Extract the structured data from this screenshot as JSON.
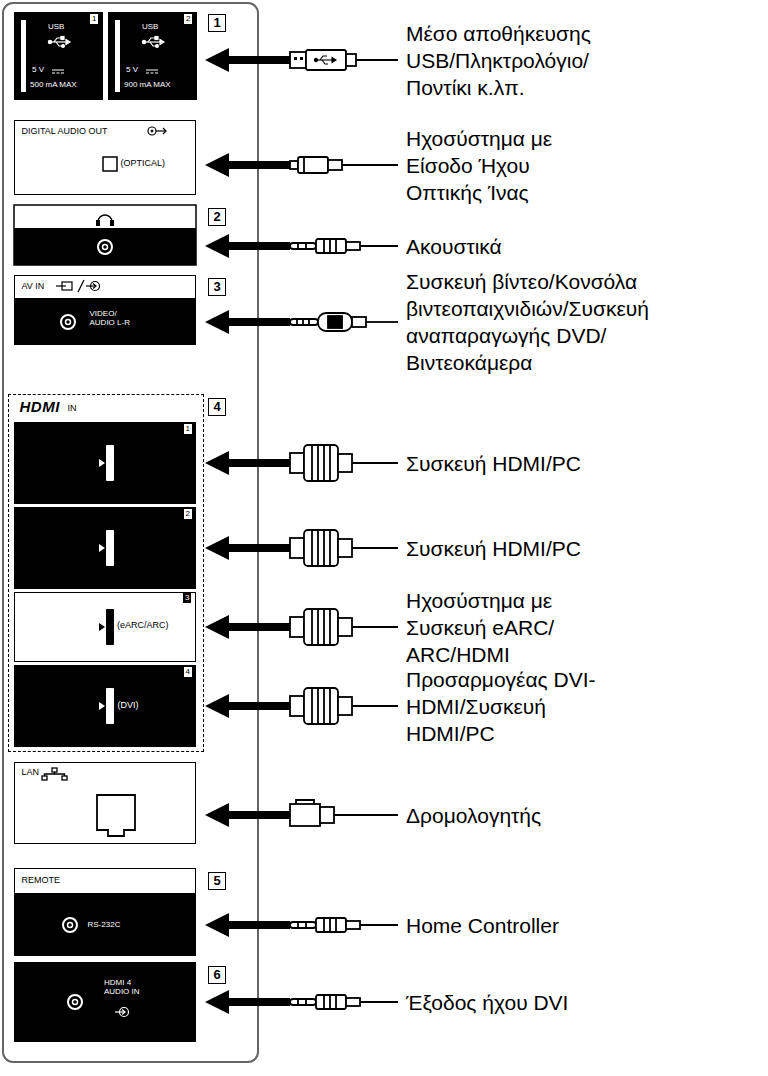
{
  "diagram": {
    "nodes": [
      {
        "text": [
          "USB",
          "1",
          "5 V",
          "500 mA MAX"
        ]
      },
      {
        "text": [
          "USB",
          "2",
          "5 V",
          "900 mA MAX"
        ]
      },
      {
        "text": [
          "DIGITAL AUDIO OUT",
          "(OPTICAL)"
        ]
      },
      {
        "text": [
          "AV IN",
          "VIDEO/ AUDIO L-R"
        ]
      },
      {
        "text": [
          "HDMI",
          "IN"
        ]
      },
      {
        "text": [
          "1"
        ],
        "in": 4
      },
      {
        "text": [
          "2"
        ],
        "in": 4
      },
      {
        "text": [
          "3",
          "(eARC/ARC)"
        ],
        "in": 4
      },
      {
        "text": [
          "4",
          "(DVI)"
        ],
        "in": 4
      },
      {
        "text": [
          "LAN"
        ]
      },
      {
        "text": [
          "REMOTE",
          "RS-232C"
        ]
      },
      {
        "text": [
          "HDMI 4 AUDIO IN"
        ]
      }
    ],
    "labels": [
      "1",
      "Μέσο αποθήκευσης USB/Πληκτρολόγιο/ Ποντίκι κ.λπ.",
      "Ηχοσύστημα με Είσοδο Ήχου Οπτικής Ίνας",
      "2",
      "Ακουστικά",
      "3",
      "Συσκευή βίντεο/Κονσόλα βιντεοπαιχνιδιών/Συσκευή αναπαραγωγής DVD/ Βιντεοκάμερα",
      "4",
      "Συσκευή HDMI/PC",
      "Συσκευή HDMI/PC",
      "Ηχοσύστημα με Συσκευή eARC/ ARC/HDMI",
      "Προσαρμογέας DVI-HDMI/Συσκευή HDMI/PC",
      "Δρομολογητής",
      "5",
      "Home Controller",
      "6",
      "Έξοδος ήχου DVI"
    ]
  }
}
